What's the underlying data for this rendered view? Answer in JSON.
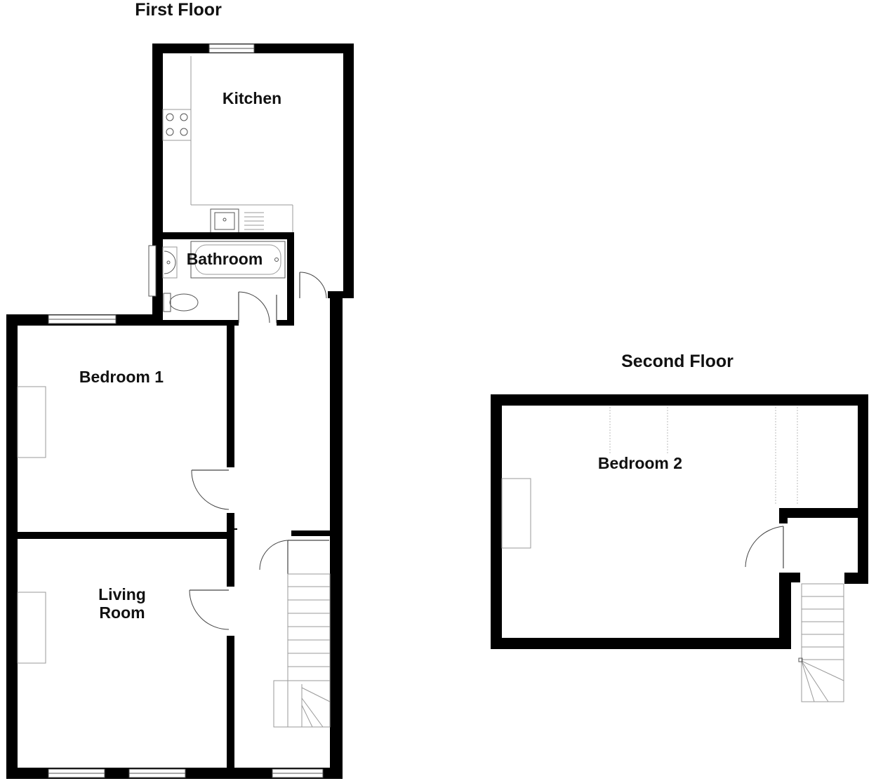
{
  "floors": {
    "first_floor": {
      "title": "First Floor",
      "rooms": {
        "kitchen": "Kitchen",
        "bathroom": "Bathroom",
        "bedroom_1": "Bedroom 1",
        "living_room_line1": "Living",
        "living_room_line2": "Room"
      }
    },
    "second_floor": {
      "title": "Second Floor",
      "rooms": {
        "bedroom_2": "Bedroom 2"
      }
    }
  },
  "colors": {
    "wall": "#000000",
    "background": "#ffffff",
    "fixture_line": "#9a9a9a",
    "label": "#111111"
  }
}
